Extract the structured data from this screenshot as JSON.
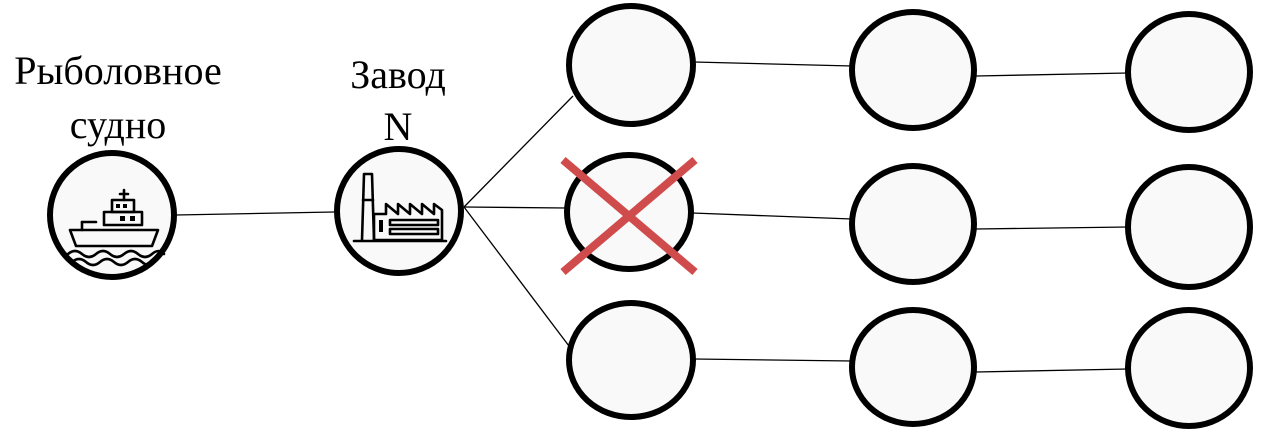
{
  "labels": {
    "vessel_line1": "Рыболовное",
    "vessel_line2": "судно",
    "factory_line1": "Завод",
    "factory_line2": "N"
  },
  "icons": {
    "vessel": "fishing-boat-icon",
    "factory": "factory-icon",
    "removed_marker": "cross-icon"
  },
  "colors": {
    "node_fill": "#f9f9f9",
    "node_stroke": "#000000",
    "cross": "#d04b4b"
  }
}
